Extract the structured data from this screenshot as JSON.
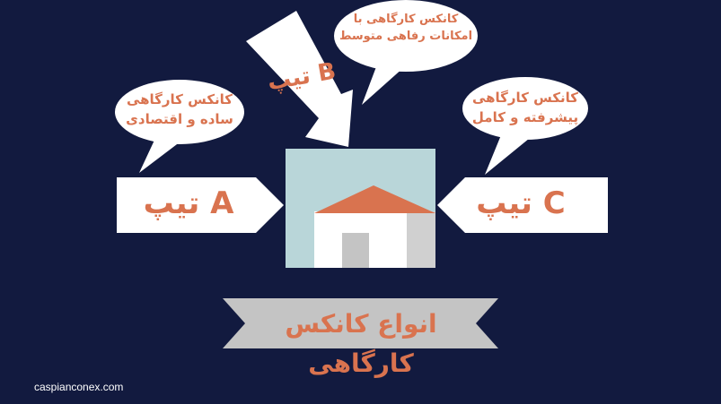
{
  "diagram": {
    "bubble_a": "کانکس کارگاهی ساده و اقتصادی",
    "bubble_b": "کانکس کارگاهی با امکانات رفاهی متوسط",
    "bubble_c": "کانکس کارگاهی پیشرفته و کامل",
    "label_a": "تیپ A",
    "label_b": "تیپ B",
    "label_c": "تیپ C",
    "title": "انواع کانکس کارگاهی"
  },
  "footer": {
    "site": "caspianconex.com"
  },
  "colors": {
    "background": "#121a3f",
    "accent": "#d9734f",
    "house_bg": "#b9d6d9",
    "banner": "#c4c4c4"
  }
}
